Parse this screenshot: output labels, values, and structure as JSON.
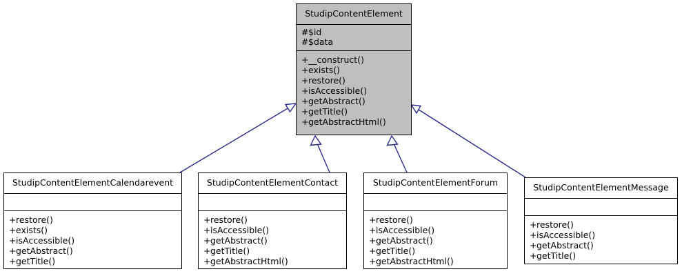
{
  "diagram": {
    "type": "uml-class-inheritance",
    "title": "StudipContentElement class hierarchy",
    "colors": {
      "base_fill": "#bfbfbf",
      "subclass_fill": "#ffffff",
      "border": "#000000",
      "edge": "#2a2a8c",
      "text": "#000000",
      "background": "#ffffff"
    },
    "relationship_label": "generalization"
  },
  "base_class": {
    "name": "StudipContentElement",
    "attributes": [
      {
        "visibility": "#",
        "label": "$id"
      },
      {
        "visibility": "#",
        "label": "$data"
      }
    ],
    "operations": [
      {
        "visibility": "+",
        "label": "__construct()"
      },
      {
        "visibility": "+",
        "label": "exists()"
      },
      {
        "visibility": "+",
        "label": "restore()"
      },
      {
        "visibility": "+",
        "label": "isAccessible()"
      },
      {
        "visibility": "+",
        "label": "getAbstract()"
      },
      {
        "visibility": "+",
        "label": "getTitle()"
      },
      {
        "visibility": "+",
        "label": "getAbstractHtml()"
      }
    ]
  },
  "subclasses": [
    {
      "name": "StudipContentElementCalendarevent",
      "attributes": [],
      "operations": [
        {
          "visibility": "+",
          "label": "restore()"
        },
        {
          "visibility": "+",
          "label": "exists()"
        },
        {
          "visibility": "+",
          "label": "isAccessible()"
        },
        {
          "visibility": "+",
          "label": "getAbstract()"
        },
        {
          "visibility": "+",
          "label": "getTitle()"
        }
      ]
    },
    {
      "name": "StudipContentElementContact",
      "attributes": [],
      "operations": [
        {
          "visibility": "+",
          "label": "restore()"
        },
        {
          "visibility": "+",
          "label": "isAccessible()"
        },
        {
          "visibility": "+",
          "label": "getAbstract()"
        },
        {
          "visibility": "+",
          "label": "getTitle()"
        },
        {
          "visibility": "+",
          "label": "getAbstractHtml()"
        }
      ]
    },
    {
      "name": "StudipContentElementForum",
      "attributes": [],
      "operations": [
        {
          "visibility": "+",
          "label": "restore()"
        },
        {
          "visibility": "+",
          "label": "isAccessible()"
        },
        {
          "visibility": "+",
          "label": "getAbstract()"
        },
        {
          "visibility": "+",
          "label": "getTitle()"
        },
        {
          "visibility": "+",
          "label": "getAbstractHtml()"
        }
      ]
    },
    {
      "name": "StudipContentElementMessage",
      "attributes": [],
      "operations": [
        {
          "visibility": "+",
          "label": "restore()"
        },
        {
          "visibility": "+",
          "label": "isAccessible()"
        },
        {
          "visibility": "+",
          "label": "getAbstract()"
        },
        {
          "visibility": "+",
          "label": "getTitle()"
        }
      ]
    }
  ]
}
